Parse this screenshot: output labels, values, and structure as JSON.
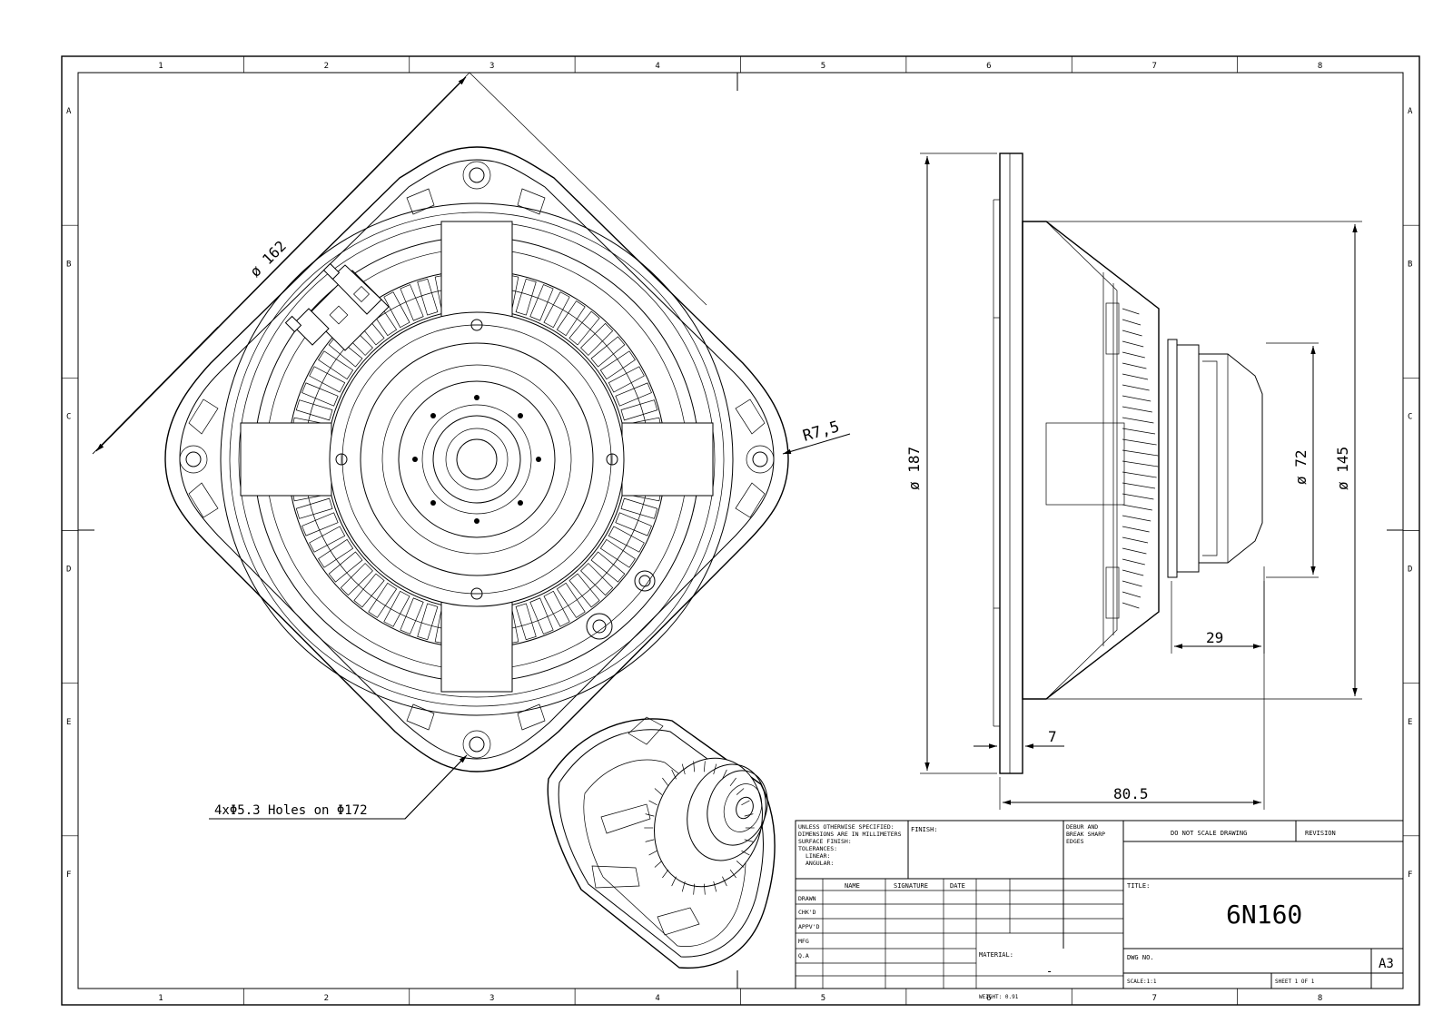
{
  "border": {
    "columns": [
      "1",
      "2",
      "3",
      "4",
      "5",
      "6",
      "7",
      "8"
    ],
    "rows": [
      "A",
      "B",
      "C",
      "D",
      "E",
      "F"
    ]
  },
  "front_view": {
    "dim_diagonal": "ø 162",
    "dim_radius": "R7,5",
    "holes_note": "4xΦ5.3 Holes on Φ172"
  },
  "side_view": {
    "dim_outer": "ø 187",
    "dim_frame": "ø 145",
    "dim_magnet": "ø 72",
    "dim_magnet_depth": "29",
    "dim_flange": "7",
    "dim_total_depth": "80.5"
  },
  "title_block": {
    "general_notes": [
      "UNLESS OTHERWISE SPECIFIED:",
      "DIMENSIONS ARE IN MILLIMETERS",
      "SURFACE FINISH:",
      "TOLERANCES:",
      "LINEAR:",
      "ANGULAR:"
    ],
    "finish_label": "FINISH:",
    "deburr_note": [
      "DEBUR AND",
      "BREAK SHARP",
      "EDGES"
    ],
    "do_not_scale": "DO NOT SCALE DRAWING",
    "revision_label": "REVISION",
    "col_name": "NAME",
    "col_signature": "SIGNATURE",
    "col_date": "DATE",
    "rows": [
      "DRAWN",
      "CHK'D",
      "APPV'D",
      "MFG",
      "Q.A"
    ],
    "material_label": "MATERIAL:",
    "material_value": "-",
    "weight_label": "WEIGHT: 0.91",
    "title_label": "TITLE:",
    "title_value": "6N160",
    "dwg_no_label": "DWG NO.",
    "sheet_size": "A3",
    "scale_label": "SCALE:1:1",
    "sheet_label": "SHEET 1 OF 1"
  }
}
